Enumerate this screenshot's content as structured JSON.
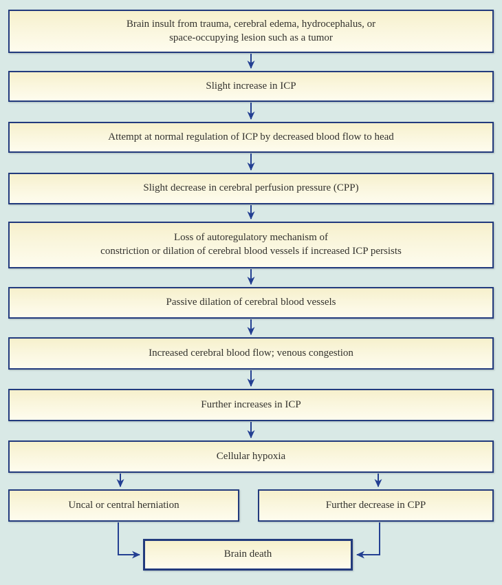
{
  "title": "Pathophysiology flowchart: increased intracranial pressure leading to brain death",
  "colors": {
    "background": "#d9e9e6",
    "box_border": "#223a7d",
    "box_fill_top": "#f6f0cc",
    "box_fill_bottom": "#fefcee",
    "arrow": "#233f92",
    "text": "#33322e"
  },
  "nodes": [
    {
      "id": "brain-insult",
      "lines": [
        "Brain insult from trauma, cerebral edema, hydrocephalus, or",
        "space-occupying lesion such as a tumor"
      ]
    },
    {
      "id": "slight-increase-icp",
      "lines": [
        "Slight increase in ICP"
      ]
    },
    {
      "id": "attempt-normal-regulation",
      "lines": [
        "Attempt at normal regulation of ICP by decreased blood flow to head"
      ]
    },
    {
      "id": "slight-decrease-cpp",
      "lines": [
        "Slight decrease in cerebral perfusion pressure (CPP)"
      ]
    },
    {
      "id": "loss-of-autoregulation",
      "lines": [
        "Loss of autoregulatory mechanism of",
        "constriction or dilation of cerebral blood vessels if increased ICP persists"
      ]
    },
    {
      "id": "passive-dilation",
      "lines": [
        "Passive dilation of cerebral blood vessels"
      ]
    },
    {
      "id": "increased-cerebral-blood-flow",
      "lines": [
        "Increased cerebral blood flow; venous congestion"
      ]
    },
    {
      "id": "further-increases-icp",
      "lines": [
        "Further increases in ICP"
      ]
    },
    {
      "id": "cellular-hypoxia",
      "lines": [
        "Cellular hypoxia"
      ]
    },
    {
      "id": "uncal-or-central-herniation",
      "lines": [
        "Uncal or central herniation"
      ]
    },
    {
      "id": "further-decrease-cpp",
      "lines": [
        "Further decrease in CPP"
      ]
    },
    {
      "id": "brain-death",
      "lines": [
        "Brain death"
      ]
    }
  ],
  "edges": [
    {
      "from": "brain-insult",
      "to": "slight-increase-icp"
    },
    {
      "from": "slight-increase-icp",
      "to": "attempt-normal-regulation"
    },
    {
      "from": "attempt-normal-regulation",
      "to": "slight-decrease-cpp"
    },
    {
      "from": "slight-decrease-cpp",
      "to": "loss-of-autoregulation"
    },
    {
      "from": "loss-of-autoregulation",
      "to": "passive-dilation"
    },
    {
      "from": "passive-dilation",
      "to": "increased-cerebral-blood-flow"
    },
    {
      "from": "increased-cerebral-blood-flow",
      "to": "further-increases-icp"
    },
    {
      "from": "further-increases-icp",
      "to": "cellular-hypoxia"
    },
    {
      "from": "cellular-hypoxia",
      "to": "uncal-or-central-herniation"
    },
    {
      "from": "cellular-hypoxia",
      "to": "further-decrease-cpp"
    },
    {
      "from": "uncal-or-central-herniation",
      "to": "brain-death"
    },
    {
      "from": "further-decrease-cpp",
      "to": "brain-death"
    }
  ]
}
